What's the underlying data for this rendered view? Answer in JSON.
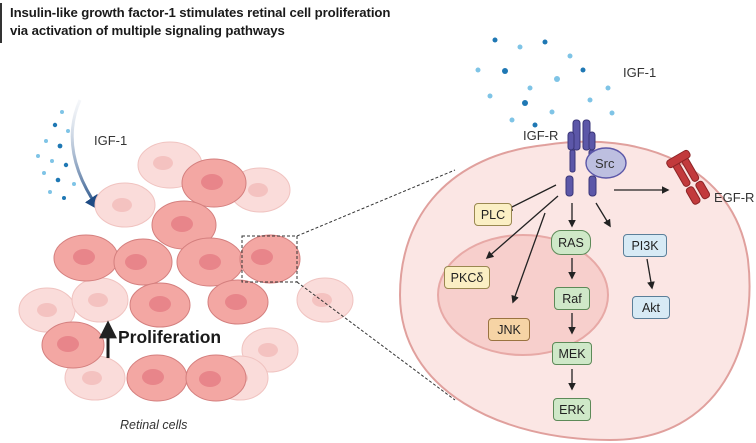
{
  "title": {
    "line1": "Insulin-like growth factor-1 stimulates retinal cell proliferation",
    "line2": "via activation of multiple signaling pathways"
  },
  "left": {
    "ligand_label": "IGF-1",
    "proliferation_label": "Proliferation",
    "caption": "Retinal cells"
  },
  "right": {
    "ligand_label": "IGF-1",
    "receptor_label": "IGF-R",
    "src_label": "Src",
    "egfr_label": "EGF-R",
    "nodes": {
      "plc": "PLC",
      "pkc": "PKCδ",
      "jnk": "JNK",
      "ras": "RAS",
      "raf": "Raf",
      "mek": "MEK",
      "erk": "ERK",
      "pi3k": "PI3K",
      "akt": "Akt"
    }
  },
  "colors": {
    "cell_fill_dark": "#f3a7a3",
    "cell_fill_light": "#fadcda",
    "nucleus": "#e8858a",
    "zoom_cell": "#fbe6e4",
    "receptor": "#5c57a8",
    "src": "#bdbfe0",
    "egfr": "#c23a3c",
    "ligand_dark": "#1f78b4",
    "ligand_light": "#7fc4e6",
    "node_yellow": "#fbefc4",
    "node_orange": "#f6d4a5",
    "node_green": "#cfe8c8",
    "node_blue": "#d7eaf5"
  }
}
